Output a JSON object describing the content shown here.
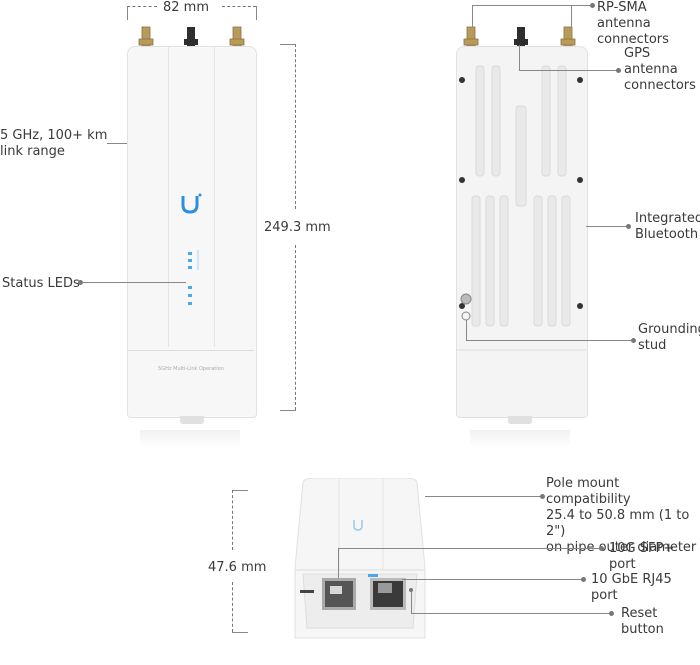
{
  "dimensions": {
    "width": "82 mm",
    "height": "249.3 mm",
    "depth": "47.6 mm"
  },
  "labels": {
    "link_range": "5 GHz, 100+ km\nlink range",
    "status_leds": "Status LEDs",
    "rp_sma": "RP-SMA antenna\nconnectors",
    "gps": "GPS antenna\nconnectors",
    "bluetooth": "Integrated\nBluetooth",
    "grounding": "Grounding\nstud",
    "pole_mount": "Pole mount compatibility\n25.4 to 50.8 mm (1 to 2\")\non pipe outer diameter",
    "sfp": "10G SFP+ port",
    "rj45": "10 GbE RJ45 port",
    "reset": "Reset button"
  },
  "device_text": {
    "front_panel": "5GHz Multi-Link Operation"
  },
  "colors": {
    "led": "#4aa8ec",
    "logo": "#2b8fe0"
  }
}
